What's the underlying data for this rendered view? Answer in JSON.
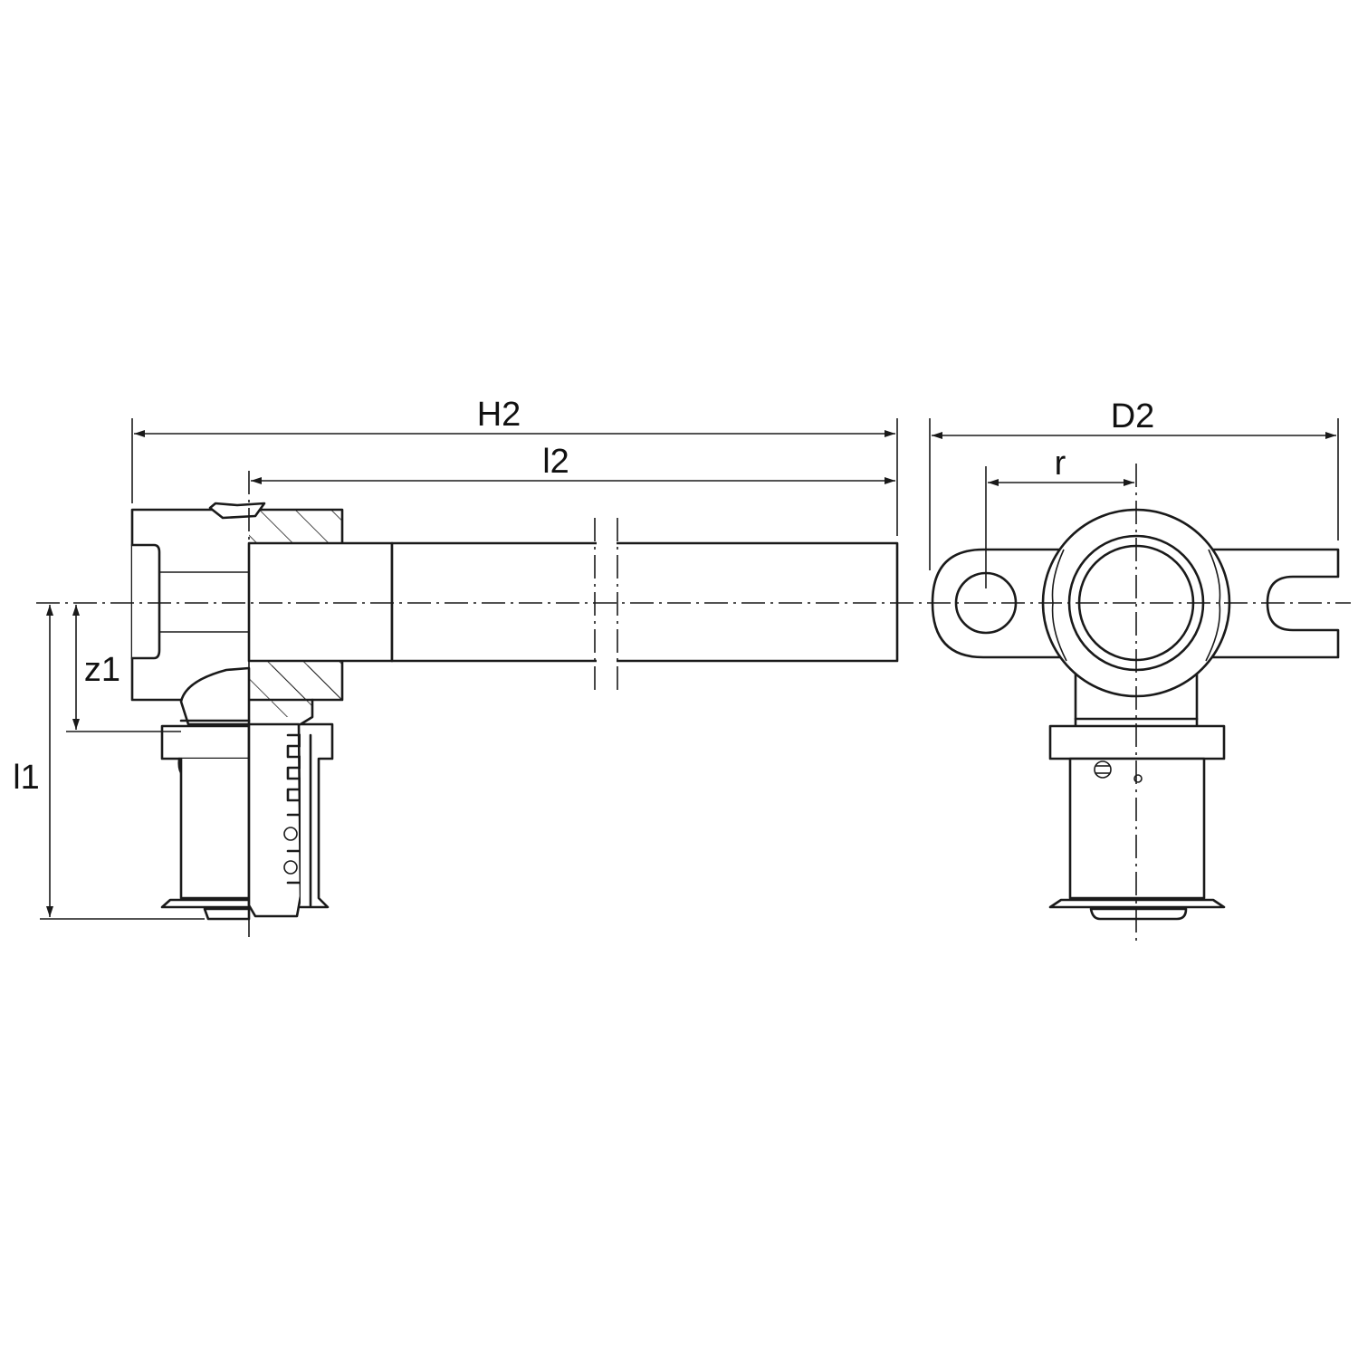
{
  "dimensions": {
    "H2": "H2",
    "l2": "l2",
    "D2": "D2",
    "r": "r",
    "z1": "z1",
    "l1": "l1"
  }
}
